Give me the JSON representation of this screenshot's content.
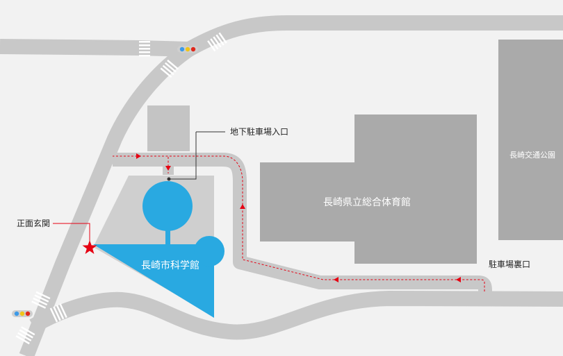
{
  "labels": {
    "science_museum": "長崎市科学館",
    "gymnasium": "長崎県立総合体育館",
    "traffic_park": "長崎交通公園",
    "underground_parking_entrance": "地下駐車場入口",
    "main_entrance": "正面玄関",
    "parking_rear_entrance": "駐車場裏口"
  },
  "icons": {
    "entrance_marker": "red-star-icon",
    "traffic_light": "traffic-light-icon"
  },
  "colors": {
    "background": "#f2f2f2",
    "road": "#c8c8c8",
    "building": "#aaaaaa",
    "site_light": "#cfcfcf",
    "science_museum": "#29a9e1",
    "route": "#e60012",
    "leader": "#333333",
    "traffic_light_blue": "#3d9ae8",
    "traffic_light_yellow": "#f0c419",
    "traffic_light_red": "#e0281b"
  }
}
